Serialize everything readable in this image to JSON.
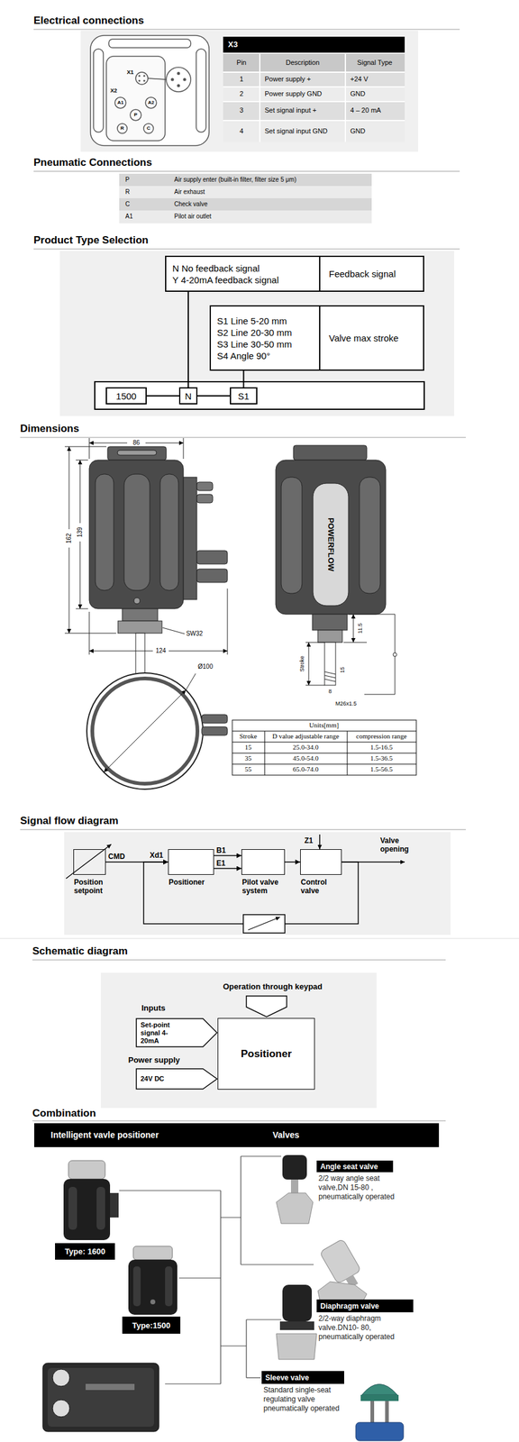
{
  "diagram": {
    "nodes": [
      {
        "text": [
          "N No feedback signal",
          "Y 4-20mA feedback signal"
        ]
      },
      {
        "text": [
          "Feedback signal"
        ]
      },
      {
        "text": [
          "S1 Line 5-20 mm",
          "S2 Line 20-30 mm",
          "S3 Line 30-50 mm",
          "S4 Angle 90°"
        ]
      },
      {
        "text": [
          "Valve max stroke"
        ]
      },
      {
        "text": [
          "1500"
        ]
      },
      {
        "text": [
          "N"
        ]
      },
      {
        "text": [
          "S1"
        ]
      },
      {
        "text": [
          "Position setpoint"
        ]
      },
      {
        "text": [
          "Positioner"
        ]
      },
      {
        "text": [
          "Pilot valve system"
        ]
      },
      {
        "text": [
          "Control valve"
        ]
      },
      {
        "text": [
          "Set-point signal 4-20mA"
        ]
      },
      {
        "text": [
          "24V DC"
        ]
      },
      {
        "text": [
          "Positioner"
        ]
      },
      {
        "text": [
          "Type: 1600"
        ]
      },
      {
        "text": [
          "Type:1500"
        ]
      },
      {
        "text": [
          "Angle seat valve",
          "2/2 way angle seat valve,DN 15-80 , pneumatically operated"
        ]
      },
      {
        "text": [
          "Diaphragm valve",
          "2/2-way diaphragm valve.DN10- 80, pneumatically operated"
        ]
      },
      {
        "text": [
          "Sleeve valve",
          "Standard single-seat regulating valve pneumatically operated"
        ]
      }
    ],
    "edges": [
      {
        "from": 4,
        "to": 5,
        "arrow": "none"
      },
      {
        "from": 5,
        "to": 6,
        "arrow": "none"
      },
      {
        "from": 5,
        "to": 0,
        "arrow": "none"
      },
      {
        "from": 6,
        "to": 2,
        "arrow": "none"
      },
      {
        "from": 7,
        "to": 8,
        "label": "CMD",
        "arrow": "to"
      },
      {
        "from": 8,
        "to": 9,
        "label": "B1",
        "arrow": "to"
      },
      {
        "from": 8,
        "to": 9,
        "label": "E1",
        "arrow": "to"
      },
      {
        "from": 9,
        "to": 10,
        "arrow": "to"
      },
      {
        "from": 10,
        "to": 8,
        "arrow": "to"
      }
    ],
    "labels": [
      "Electrical connections",
      "X1",
      "X2",
      "A1",
      "P",
      "A2",
      "R",
      "C",
      "X3",
      "Pin",
      "Description",
      "Signal Type",
      "1",
      "Power supply +",
      "+24 V",
      "2",
      "Power supply GND",
      "GND",
      "3",
      "Set signal input +",
      "4 – 20 mA",
      "4",
      "Set signal input GND",
      "GND",
      "Pneumatic Connections",
      "P",
      "Air supply enter (built-in filter, filter size 5 μm)",
      "R",
      "Air exhaust",
      "C",
      "Check valve",
      "A1",
      "Pilot air outlet",
      "Product Type Selection",
      "Dimensions",
      "86",
      "162",
      "139",
      "124",
      "SW32",
      "POWERFLOW",
      "11.5",
      "Stroke",
      "15",
      "8",
      "M26x1.5",
      "Ø100",
      "Units[mm]",
      "Stroke",
      "D value adjustable range",
      "compression range",
      "15",
      "25.0-34.0",
      "1.5-16.5",
      "35",
      "45.0-54.0",
      "1.5-36.5",
      "55",
      "65.0-74.0",
      "1.5-56.5",
      "Signal flow diagram",
      "Xd1",
      "Z1",
      "Valve opening",
      "Schematic diagram",
      "Operation through keypad",
      "Inputs",
      "Power supply",
      "Combination",
      "Intelligent vavle positioner",
      "Valves"
    ]
  }
}
